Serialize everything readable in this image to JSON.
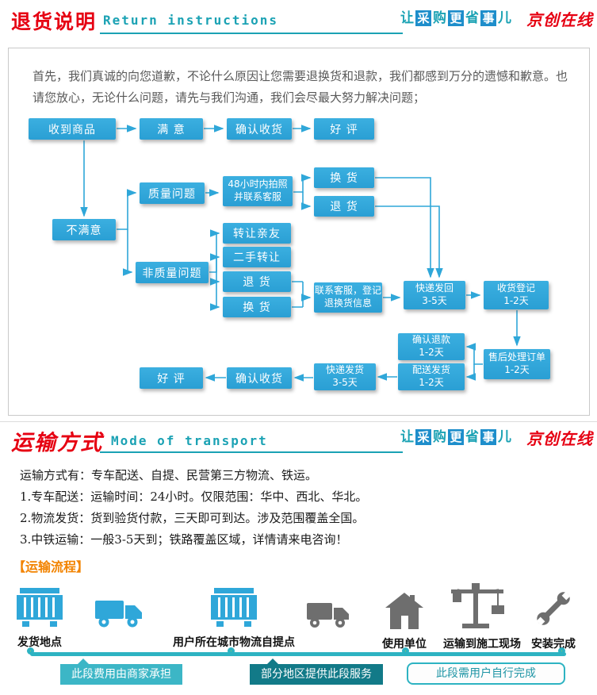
{
  "colors": {
    "accent_red": "#e60012",
    "teal": "#1ba2b4",
    "flow_blue": "#2fa7d9",
    "orange": "#f28300",
    "timeline_teal": "#2db3c2",
    "dot_green": "#c6d832",
    "segment_dark": "#127a88",
    "icon_gray": "#6e6e6e",
    "slogan_box_blue": "#1e8ecb"
  },
  "brand": {
    "slogan_chars": [
      {
        "t": "让",
        "boxed": false
      },
      {
        "t": "采",
        "boxed": true
      },
      {
        "t": "购",
        "boxed": false
      },
      {
        "t": "更",
        "boxed": true
      },
      {
        "t": "省",
        "boxed": false
      },
      {
        "t": "事",
        "boxed": true
      },
      {
        "t": "儿",
        "boxed": false
      }
    ],
    "logo": "京创在线"
  },
  "returns": {
    "title_cn": "退货说明",
    "title_en": "Return instructions",
    "intro": "首先，我们真诚的向您道歉，不论什么原因让您需要退换货和退款，我们都感到万分的遗憾和歉意。也请您放心，无论什么问题，请先与我们沟通，我们会尽最大努力解决问题；",
    "nodes": [
      "收到商品",
      "满 意",
      "确认收货",
      "好 评",
      "不满意",
      "质量问题",
      "48小时内拍照\n并联系客服",
      "换 货",
      "退 货",
      "非质量问题",
      "转让亲友",
      "二手转让",
      "退 货",
      "换 货",
      "联系客服，登记\n退换货信息",
      "快递发回\n3-5天",
      "收货登记\n1-2天",
      "售后处理订单\n1-2天",
      "确认退款\n1-2天",
      "配送发货\n1-2天",
      "快递发货\n3-5天",
      "确认收货",
      "好 评"
    ]
  },
  "transport": {
    "title_cn": "运输方式",
    "title_en": "Mode of transport",
    "lines": [
      "运输方式有：专车配送、自提、民营第三方物流、铁运。",
      "1.专车配送：运输时间：24小时。仅限范围：华中、西北、华北。",
      "2.物流发货：货到验货付款，三天即可到达。涉及范围覆盖全国。",
      "3.中铁运输：一般3-5天到；铁路覆盖区域，详情请来电咨询！"
    ],
    "flow_heading": "【运输流程】",
    "stations": [
      "发货地点",
      "用户所在城市物流自提点",
      "使用单位",
      "运输到施工现场",
      "安装完成"
    ],
    "segment_labels": [
      "此段费用由商家承担",
      "部分地区提供此段服务",
      "此段需用户自行完成"
    ]
  }
}
